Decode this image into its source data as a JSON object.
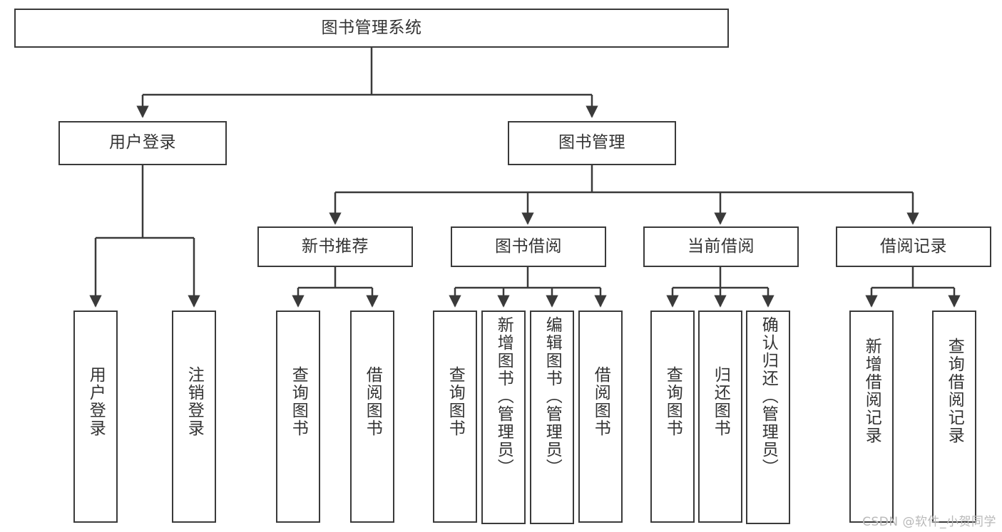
{
  "diagram": {
    "type": "tree",
    "title": "图书管理系统",
    "root": {
      "label": "图书管理系统"
    },
    "level1": [
      {
        "label": "用户登录"
      },
      {
        "label": "图书管理"
      }
    ],
    "level2": [
      {
        "label": "新书推荐"
      },
      {
        "label": "图书借阅"
      },
      {
        "label": "当前借阅"
      },
      {
        "label": "借阅记录"
      }
    ],
    "leaves": {
      "user_login": [
        {
          "label": "用户登录"
        },
        {
          "label": "注销登录"
        }
      ],
      "new_book_recommend": [
        {
          "label": "查询图书"
        },
        {
          "label": "借阅图书"
        }
      ],
      "book_borrow": [
        {
          "label": "查询图书"
        },
        {
          "label": "新增图书（管理员）"
        },
        {
          "label": "编辑图书（管理员）"
        },
        {
          "label": "借阅图书"
        }
      ],
      "current_borrow": [
        {
          "label": "查询图书"
        },
        {
          "label": "归还图书"
        },
        {
          "label": "确认归还（管理员）"
        }
      ],
      "borrow_record": [
        {
          "label": "新增借阅记录"
        },
        {
          "label": "查询借阅记录"
        }
      ]
    }
  },
  "watermark": {
    "text": "CSDN @软件_小贺同学"
  },
  "colors": {
    "stroke": "#3a3a3a",
    "text": "#333333",
    "background": "#ffffff",
    "watermark": "#b9b9b9"
  }
}
